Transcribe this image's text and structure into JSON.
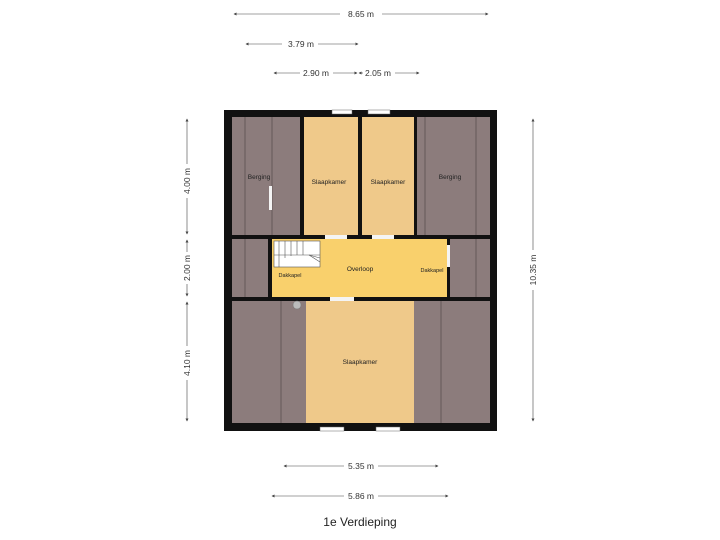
{
  "title": "1e Verdieping",
  "dimensions": {
    "total_width": "8.65 m",
    "top_3_79": "3.79 m",
    "top_2_90": "2.90 m",
    "top_2_05": "2.05 m",
    "left_4_00": "4.00 m",
    "left_2_00": "2.00 m",
    "left_4_10": "4.10 m",
    "right_height": "10.35 m",
    "bottom_5_35": "5.35 m",
    "bottom_5_86": "5.86 m"
  },
  "rooms": {
    "berging_left": "Berging",
    "slaapkamer_1": "Slaapkamer",
    "slaapkamer_2": "Slaapkamer",
    "berging_right": "Berging",
    "overloop": "Overloop",
    "dakkapel_left": "Dakkapel",
    "dakkapel_right": "Dakkapel",
    "slaapkamer_3": "Slaapkamer"
  },
  "colors": {
    "wall": "#111111",
    "floor_storage": "#8c7c7c",
    "floor_room": "#efc98a",
    "floor_landing": "#f9d06c",
    "dimension_line": "#444444"
  }
}
